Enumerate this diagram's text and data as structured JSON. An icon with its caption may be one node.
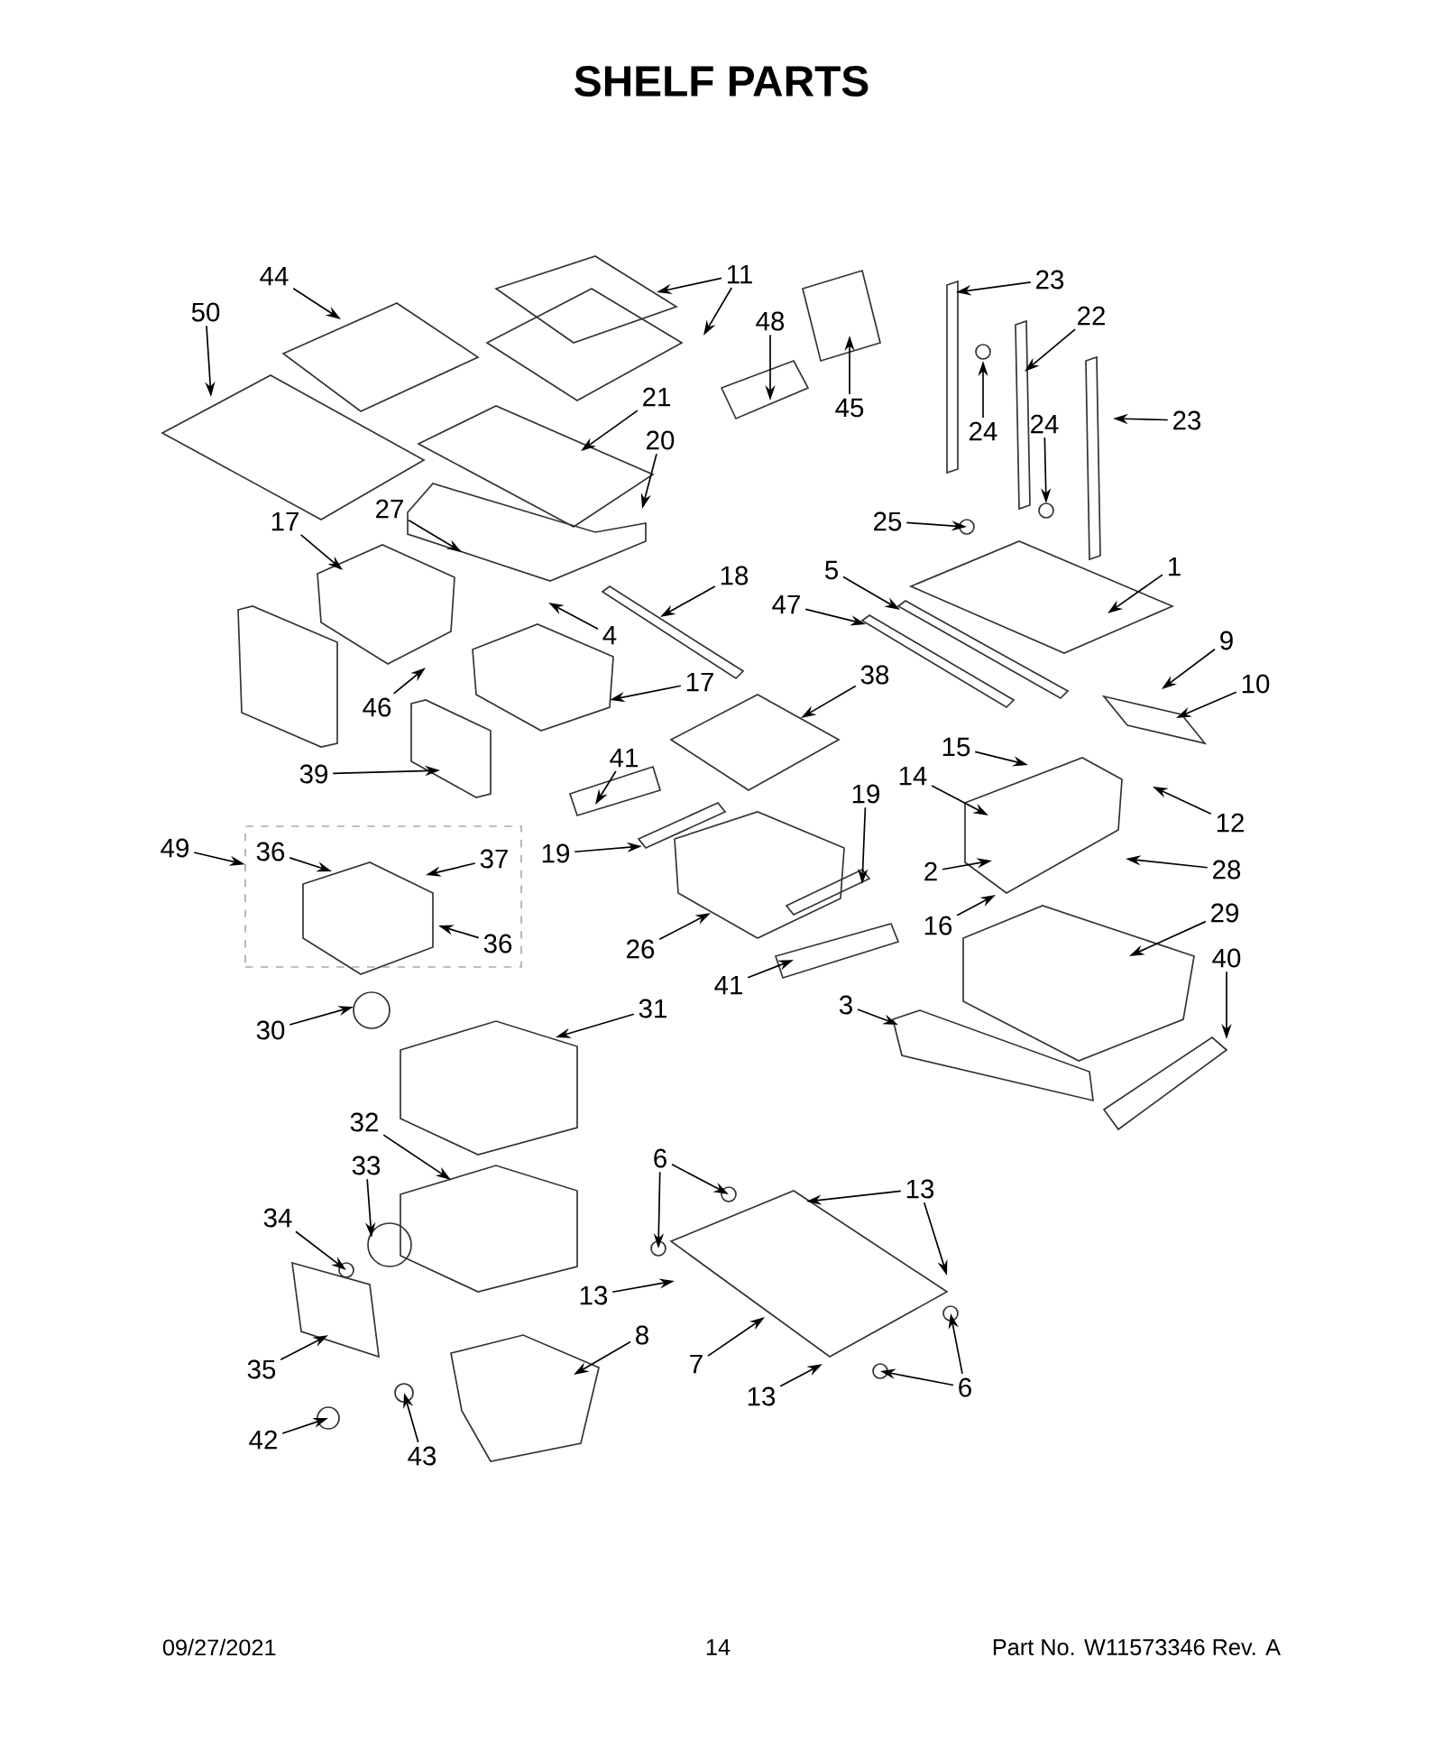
{
  "diagram": {
    "title": "SHELF PARTS",
    "nodes": [
      {
        "text": [
          "50"
        ]
      },
      {
        "text": [
          "44"
        ]
      },
      {
        "text": [
          "11"
        ]
      },
      {
        "text": [
          "48"
        ]
      },
      {
        "text": [
          "45"
        ]
      },
      {
        "text": [
          "23"
        ]
      },
      {
        "text": [
          "22"
        ]
      },
      {
        "text": [
          "24"
        ]
      },
      {
        "text": [
          "24"
        ]
      },
      {
        "text": [
          "23"
        ]
      },
      {
        "text": [
          "25"
        ]
      },
      {
        "text": [
          "21"
        ]
      },
      {
        "text": [
          "20"
        ]
      },
      {
        "text": [
          "17"
        ]
      },
      {
        "text": [
          "27"
        ]
      },
      {
        "text": [
          "4"
        ]
      },
      {
        "text": [
          "18"
        ]
      },
      {
        "text": [
          "5"
        ]
      },
      {
        "text": [
          "47"
        ]
      },
      {
        "text": [
          "1"
        ]
      },
      {
        "text": [
          "9"
        ]
      },
      {
        "text": [
          "10"
        ]
      },
      {
        "text": [
          "46"
        ]
      },
      {
        "text": [
          "17"
        ]
      },
      {
        "text": [
          "39"
        ]
      },
      {
        "text": [
          "38"
        ]
      },
      {
        "text": [
          "41"
        ]
      },
      {
        "text": [
          "15"
        ]
      },
      {
        "text": [
          "14"
        ]
      },
      {
        "text": [
          "12"
        ]
      },
      {
        "text": [
          "19"
        ]
      },
      {
        "text": [
          "19"
        ]
      },
      {
        "text": [
          "2"
        ]
      },
      {
        "text": [
          "28"
        ]
      },
      {
        "text": [
          "16"
        ]
      },
      {
        "text": [
          "29"
        ]
      },
      {
        "text": [
          "40"
        ]
      },
      {
        "text": [
          "26"
        ]
      },
      {
        "text": [
          "41"
        ]
      },
      {
        "text": [
          "3"
        ]
      },
      {
        "text": [
          "49"
        ]
      },
      {
        "text": [],
        "shape": "box"
      },
      {
        "text": [
          "36"
        ],
        "in": 41
      },
      {
        "text": [
          "37"
        ],
        "in": 41
      },
      {
        "text": [
          "36"
        ],
        "in": 41
      },
      {
        "text": [
          "30"
        ]
      },
      {
        "text": [
          "31"
        ]
      },
      {
        "text": [
          "32"
        ]
      },
      {
        "text": [
          "33"
        ]
      },
      {
        "text": [
          "34"
        ]
      },
      {
        "text": [
          "35"
        ]
      },
      {
        "text": [
          "6"
        ]
      },
      {
        "text": [
          "13"
        ]
      },
      {
        "text": [
          "13"
        ]
      },
      {
        "text": [
          "7"
        ]
      },
      {
        "text": [
          "13"
        ]
      },
      {
        "text": [
          "6"
        ]
      },
      {
        "text": [
          "8"
        ]
      },
      {
        "text": [
          "42"
        ]
      },
      {
        "text": [
          "43"
        ]
      }
    ],
    "edges": [
      {
        "from": 0,
        "to": null,
        "arrow": "to"
      },
      {
        "from": 1,
        "to": null,
        "arrow": "to"
      },
      {
        "from": 2,
        "to": null,
        "arrow": "to"
      },
      {
        "from": 2,
        "to": null,
        "arrow": "to"
      },
      {
        "from": 3,
        "to": null,
        "arrow": "to"
      },
      {
        "from": 4,
        "to": null,
        "arrow": "to"
      },
      {
        "from": 5,
        "to": null,
        "arrow": "to"
      },
      {
        "from": 6,
        "to": null,
        "arrow": "to"
      },
      {
        "from": 7,
        "to": null,
        "arrow": "to"
      },
      {
        "from": 8,
        "to": null,
        "arrow": "to"
      },
      {
        "from": 9,
        "to": null,
        "arrow": "to"
      },
      {
        "from": 10,
        "to": null,
        "arrow": "to"
      },
      {
        "from": 11,
        "to": null,
        "arrow": "to"
      },
      {
        "from": 12,
        "to": null,
        "arrow": "to"
      },
      {
        "from": 13,
        "to": null,
        "arrow": "to"
      },
      {
        "from": 14,
        "to": null,
        "arrow": "to"
      },
      {
        "from": 15,
        "to": null,
        "arrow": "to"
      },
      {
        "from": 16,
        "to": null,
        "arrow": "to"
      },
      {
        "from": 17,
        "to": null,
        "arrow": "to"
      },
      {
        "from": 18,
        "to": null,
        "arrow": "to"
      },
      {
        "from": 19,
        "to": null,
        "arrow": "to"
      },
      {
        "from": 20,
        "to": null,
        "arrow": "to"
      },
      {
        "from": 21,
        "to": null,
        "arrow": "to"
      },
      {
        "from": 22,
        "to": null,
        "arrow": "to"
      },
      {
        "from": 23,
        "to": null,
        "arrow": "to"
      },
      {
        "from": 24,
        "to": null,
        "arrow": "to"
      },
      {
        "from": 25,
        "to": null,
        "arrow": "to"
      },
      {
        "from": 26,
        "to": null,
        "arrow": "to"
      },
      {
        "from": 27,
        "to": null,
        "arrow": "to"
      },
      {
        "from": 28,
        "to": null,
        "arrow": "to"
      },
      {
        "from": 29,
        "to": null,
        "arrow": "to"
      },
      {
        "from": 30,
        "to": null,
        "arrow": "to"
      },
      {
        "from": 31,
        "to": null,
        "arrow": "to"
      },
      {
        "from": 32,
        "to": null,
        "arrow": "to"
      },
      {
        "from": 33,
        "to": null,
        "arrow": "to"
      },
      {
        "from": 34,
        "to": null,
        "arrow": "to"
      },
      {
        "from": 35,
        "to": null,
        "arrow": "to"
      },
      {
        "from": 36,
        "to": null,
        "arrow": "to"
      },
      {
        "from": 37,
        "to": null,
        "arrow": "to"
      },
      {
        "from": 38,
        "to": null,
        "arrow": "to"
      },
      {
        "from": 39,
        "to": null,
        "arrow": "to"
      },
      {
        "from": 40,
        "to": 41,
        "arrow": "to"
      },
      {
        "from": 42,
        "to": null,
        "arrow": "to"
      },
      {
        "from": 43,
        "to": null,
        "arrow": "to"
      },
      {
        "from": 44,
        "to": null,
        "arrow": "to"
      },
      {
        "from": 45,
        "to": null,
        "arrow": "to"
      },
      {
        "from": 46,
        "to": null,
        "arrow": "to"
      },
      {
        "from": 47,
        "to": null,
        "arrow": "to"
      },
      {
        "from": 48,
        "to": null,
        "arrow": "to"
      },
      {
        "from": 49,
        "to": null,
        "arrow": "to"
      },
      {
        "from": 50,
        "to": null,
        "arrow": "to"
      },
      {
        "from": 51,
        "to": null,
        "arrow": "to"
      },
      {
        "from": 51,
        "to": null,
        "arrow": "to"
      },
      {
        "from": 52,
        "to": null,
        "arrow": "to"
      },
      {
        "from": 52,
        "to": null,
        "arrow": "to"
      },
      {
        "from": 53,
        "to": null,
        "arrow": "to"
      },
      {
        "from": 54,
        "to": null,
        "arrow": "to"
      },
      {
        "from": 55,
        "to": null,
        "arrow": "to"
      },
      {
        "from": 56,
        "to": null,
        "arrow": "to"
      },
      {
        "from": 56,
        "to": null,
        "arrow": "to"
      },
      {
        "from": 57,
        "to": null,
        "arrow": "to"
      },
      {
        "from": 58,
        "to": null,
        "arrow": "to"
      },
      {
        "from": 59,
        "to": null,
        "arrow": "to"
      }
    ],
    "labels": [
      "09/27/2021",
      "14",
      "Part No.  W11573346  Rev.  A"
    ]
  }
}
